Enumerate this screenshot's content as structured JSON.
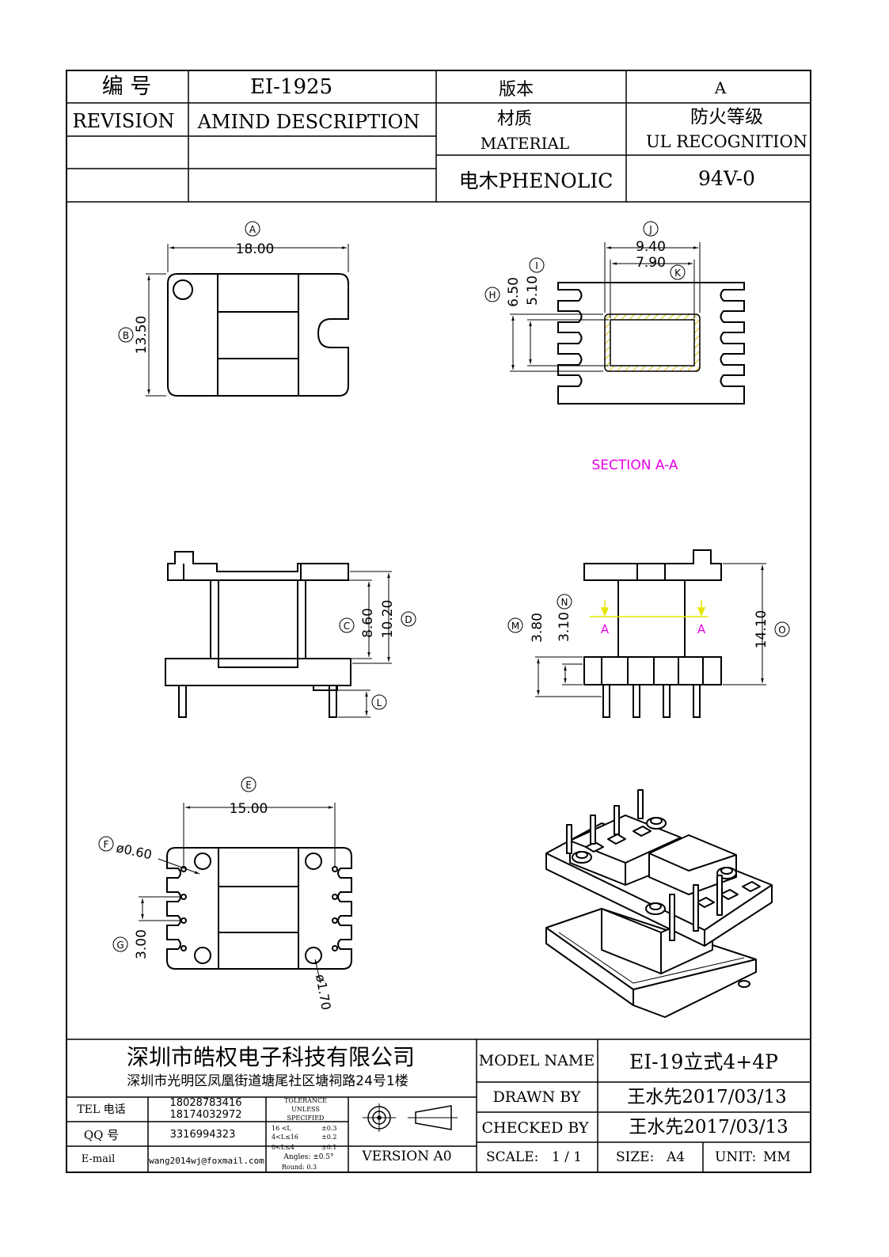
{
  "header": {
    "serial_label": "编 号",
    "serial_value": "EI-1925",
    "revision_label": "REVISION",
    "amend_label": "AMIND DESCRIPTION",
    "version_label": "版本",
    "version_value": "A",
    "material_cn": "材质",
    "material_en": "MATERIAL",
    "material_value": "电木PHENOLIC",
    "ul_cn": "防火等级",
    "ul_en": "UL RECOGNITION",
    "ul_value": "94V-0"
  },
  "views": {
    "top": {
      "dim_a_tag": "A",
      "dim_a": "18.00",
      "dim_b_tag": "B",
      "dim_b": "13.50"
    },
    "section": {
      "dim_j_tag": "J",
      "dim_j": "9.40",
      "dim_k_tag": "K",
      "dim_k": "7.90",
      "dim_h_tag": "H",
      "dim_h": "6.50",
      "dim_i_tag": "I",
      "dim_i": "5.10",
      "title": "SECTION A-A"
    },
    "front": {
      "dim_c_tag": "C",
      "dim_c": "8.60",
      "dim_d_tag": "D",
      "dim_d": "10.20",
      "dim_l_tag": "L"
    },
    "side": {
      "dim_m_tag": "M",
      "dim_m": "3.80",
      "dim_n_tag": "N",
      "dim_n": "3.10",
      "dim_o_tag": "O",
      "dim_o": "14.10",
      "cut_label": "A"
    },
    "bottom": {
      "dim_e_tag": "E",
      "dim_e": "15.00",
      "dim_f_tag": "F",
      "dim_f": "ø0.60",
      "dim_g_tag": "G",
      "dim_g": "3.00",
      "dim_hole": "ø1.70"
    }
  },
  "title_block": {
    "company": "深圳市皓权电子科技有限公司",
    "address": "深圳市光明区凤凰街道塘尾社区塘祠路24号1楼",
    "tel_label": "TEL 电话",
    "tel_values": [
      "18028783416",
      "18174032972"
    ],
    "qq_label": "QQ 号",
    "qq_value": "3316994323",
    "email_label": "E-mail",
    "email_value": "wang2014wj@foxmail.com",
    "tolerance": [
      "TOLERANCE",
      "UNLESS",
      "SPECIFIED"
    ],
    "tolerance_rows": [
      {
        "range": "16 <L",
        "tol": "±0.3"
      },
      {
        "range": "4<L≤16",
        "tol": "±0.2"
      },
      {
        "range": "0<L≤4",
        "tol": "±0.1"
      }
    ],
    "angles": "Angles: ±0.5°",
    "round": "Round: 0.3",
    "version": "VERSION A0",
    "model_label": "MODEL NAME",
    "model_value": "EI-19立式4+4P",
    "drawn_label": "DRAWN BY",
    "drawn_value": "王水先2017/03/13",
    "checked_label": "CHECKED BY",
    "checked_value": "王水先2017/03/13",
    "scale_label": "SCALE:",
    "scale_value": "1 / 1",
    "size_label": "SIZE:",
    "size_value": "A4",
    "unit_label": "UNIT:",
    "unit_value": "MM"
  },
  "colors": {
    "section_title": "#e600e6",
    "cut_line": "#e6e600",
    "hatch": "#d9c400"
  }
}
